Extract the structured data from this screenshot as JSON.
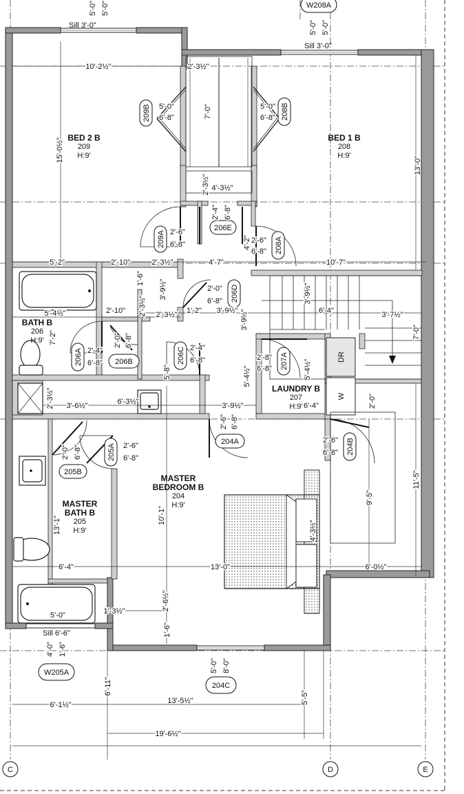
{
  "rooms": [
    {
      "name": "BED 2 B",
      "number": "209",
      "height": "H:9'"
    },
    {
      "name": "BED 1 B",
      "number": "208",
      "height": "H:9'"
    },
    {
      "name": "BATH B",
      "number": "206",
      "height": "H:9'"
    },
    {
      "name": "LAUNDRY B",
      "number": "207",
      "height": "H:9'"
    },
    {
      "name_line1": "MASTER",
      "name_line2": "BEDROOM B",
      "number": "204",
      "height": "H:9'"
    },
    {
      "name_line1": "MASTER",
      "name_line2": "BATH B",
      "number": "205",
      "height": "H:9'"
    }
  ],
  "door_tags": {
    "d209B": "209B",
    "d208B": "208B",
    "d209A": "209A",
    "d206E": "206E",
    "d208A": "208A",
    "d206D": "206D",
    "d206A": "206A",
    "d206B": "206B",
    "d206C": "206C",
    "d207A": "207A",
    "d204A": "204A",
    "d205A": "205A",
    "d205B": "205B",
    "d204B": "204B",
    "d204C": "204C"
  },
  "window_tags": {
    "w208A": "W208A",
    "w205A": "W205A"
  },
  "gridlines": [
    "C",
    "D",
    "E"
  ],
  "appliances": {
    "dryer": "DR",
    "washer": "W"
  },
  "sills": {
    "sill_bed2": "Sill 3'-0\"",
    "sill_bed1": "Sill 3'-0\"",
    "sill_bath": "Sill 6'-6\""
  },
  "dims": {
    "a1": "5'-0\"",
    "a2": "5'-0\"",
    "a3": "5'-0\"",
    "a4": "5'-0\"",
    "b1": "10'-2½\"",
    "b2": "2'-3½\"",
    "c1": "5'-0\"",
    "c2": "6'-8\"",
    "c3": "7'-0\"",
    "c4": "5'-0\"",
    "c5": "6'-8\"",
    "d1": "15'-0½\"",
    "d2": "13'-0\"",
    "e1": "2'-3½\"",
    "e2": "4'-3½\"",
    "f1": "2'-4\"",
    "f2": "6'-8\"",
    "g1": "2'-6\"",
    "g2": "6'-8\"",
    "g3": "2'-6\"",
    "g4": "6'-8\"",
    "g5": "4'-2\"",
    "h1": "5'-2\"",
    "h2": "2'-10\"",
    "h3": "2'-3½\"",
    "h4": "4'-7\"",
    "h5": "10'-7\"",
    "i1": "1'-6\"",
    "i2": "3'-9½\"",
    "i3": "2'-0\"",
    "i4": "6'-8\"",
    "i5": "3'-9½\"",
    "j1": "5'-4½\"",
    "j2": "2'-10\"",
    "j3": "2'-3½\"",
    "j4": "2'-3½\"",
    "j5": "1'-2\"",
    "j6": "3'-9½\"",
    "j7": "3'-9½\"",
    "j8": "6'-4\"",
    "j9": "3'-7½\"",
    "k1": "7'-2\"",
    "k2": "2'-4\"",
    "k3": "6'-8\"",
    "k4": "2'-0\"",
    "k5": "6'-8\"",
    "k6": "2'-4\"",
    "k7": "6'-8\"",
    "k8": "2'-8\"",
    "k9": "6'-8\"",
    "k10": "5'-4½\"",
    "k11": "7'-0\"",
    "l1": "5'-8\"",
    "l2": "5'-4½\"",
    "l3": "6'-4\"",
    "m1": "2'-3½\"",
    "m2": "3'-6½\"",
    "m3": "6'-3½\"",
    "m4": "3'-9½\"",
    "m5": "2'-0\"",
    "n1": "2'-6\"",
    "n2": "6'-8\"",
    "n3": "2'-6\"",
    "n4": "6'-8\"",
    "n5": "2'-0\"",
    "n6": "6'-8\"",
    "n7": "2'-6\"",
    "n8": "6'-8\"",
    "n9": "9'-5\"",
    "n10": "11'-5\"",
    "o1": "10'-1\"",
    "o2": "4'-3½\"",
    "o3": "13'-1\"",
    "p1": "6'-4\"",
    "p2": "13'-0\"",
    "p3": "6'-0½\"",
    "q1": "2'-6½\"",
    "q2": "1'-3½\"",
    "q3": "5'-0\"",
    "q4": "1'-6\"",
    "r1": "4'-0\"",
    "r2": "1'-6\"",
    "r3": "5'-0\"",
    "r4": "8'-0\"",
    "s1": "6'-11\"",
    "s2": "5'-5\"",
    "s3": "6'-1½\"",
    "s4": "13'-5½\"",
    "s5": "19'-6½\""
  }
}
